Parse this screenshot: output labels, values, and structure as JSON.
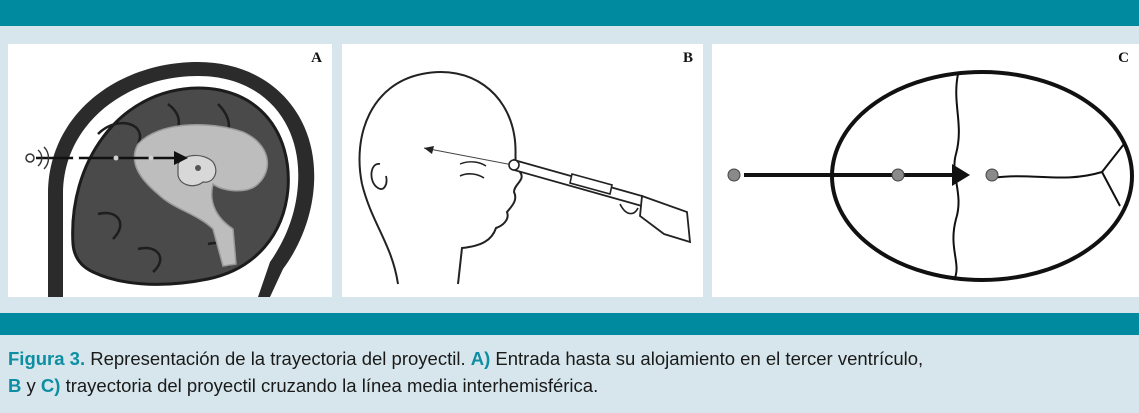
{
  "panels": {
    "a": {
      "label": "A"
    },
    "b": {
      "label": "B"
    },
    "c": {
      "label": "C"
    }
  },
  "caption": {
    "figure_label": "Figura 3.",
    "text1": " Representación de la trayectoria del proyectil. ",
    "label_a": "A)",
    "text2": " Entrada hasta su alojamiento en el tercer ventrículo,",
    "label_b": "B",
    "text3": " y ",
    "label_c": "C)",
    "text4": " trayectoria del proyectil cruzando la línea media interhemisférica."
  },
  "colors": {
    "band": "#008aa0",
    "background": "#d6e6ec",
    "caption_accent": "#0e8ea2"
  }
}
